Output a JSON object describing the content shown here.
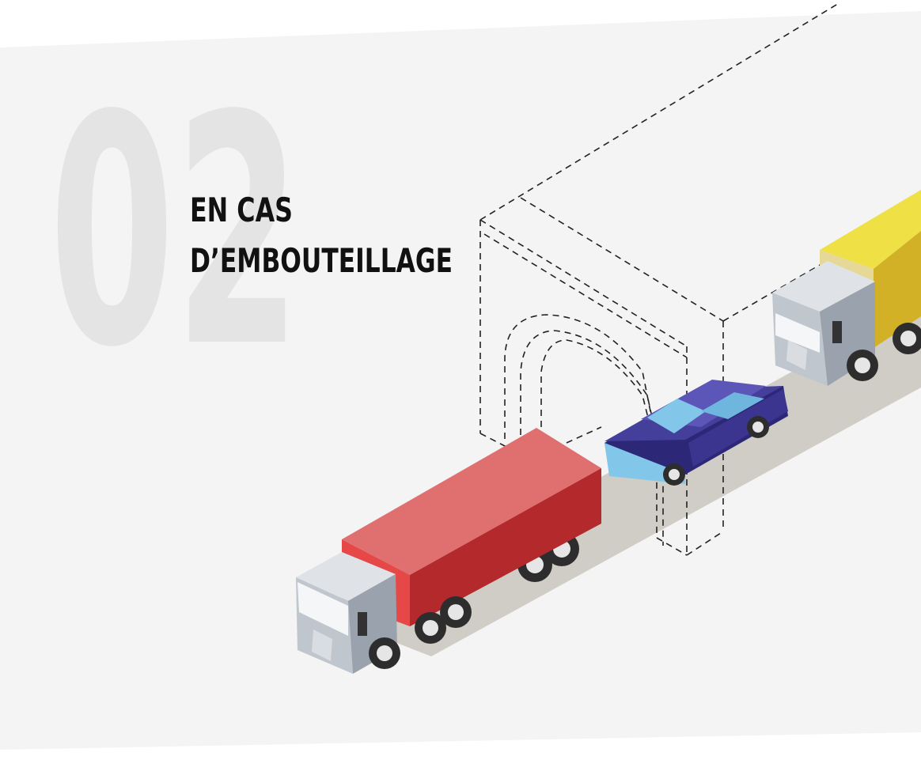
{
  "section": {
    "number": "02",
    "title_line1": "EN CAS",
    "title_line2": "D’EMBOUTEILLAGE"
  },
  "colors": {
    "panel": "#f4f4f4",
    "number": "#e4e4e4",
    "text": "#111111",
    "road": "#d0ccc6",
    "red_trailer_top": "#e07070",
    "red_trailer_side": "#b4292c",
    "red_trailer_front": "#e64747",
    "yellow_trailer_top": "#eee045",
    "yellow_trailer_side": "#d3b126",
    "cab_light": "#dfe3e8",
    "cab_mid": "#bfc6ce",
    "cab_dark": "#9aa3ad",
    "car_body": "#453f9c",
    "car_dark": "#2c2877",
    "car_glass": "#82c7ea",
    "tire": "#2d2d2d",
    "rim": "#e6e6e6"
  },
  "icons": {
    "red_truck": "truck-icon",
    "yellow_truck": "truck-icon",
    "car": "car-icon",
    "tunnel": "tunnel-outline-icon"
  }
}
